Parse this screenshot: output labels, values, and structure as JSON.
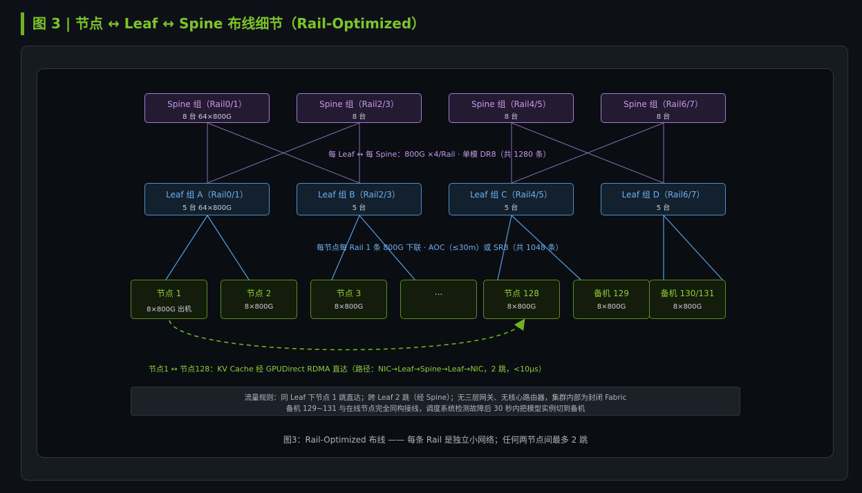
{
  "heading": "图 3 | 节点 ↔ Leaf ↔ Spine 布线细节（Rail-Optimized）",
  "spines": [
    {
      "title": "Spine 组（Rail0/1）",
      "sub": "8 台 64×800G"
    },
    {
      "title": "Spine 组（Rail2/3）",
      "sub": "8 台"
    },
    {
      "title": "Spine 组（Rail4/5）",
      "sub": "8 台"
    },
    {
      "title": "Spine 组（Rail6/7）",
      "sub": "8 台"
    }
  ],
  "leafs": [
    {
      "title": "Leaf 组 A（Rail0/1）",
      "sub": "5 台 64×800G"
    },
    {
      "title": "Leaf 组 B（Rail2/3）",
      "sub": "5 台"
    },
    {
      "title": "Leaf 组 C（Rail4/5）",
      "sub": "5 台"
    },
    {
      "title": "Leaf 组 D（Rail6/7）",
      "sub": "5 台"
    }
  ],
  "nodes": [
    {
      "title": "节点 1",
      "sub": "8×800G 出机"
    },
    {
      "title": "节点 2",
      "sub": "8×800G"
    },
    {
      "title": "节点 3",
      "sub": "8×800G"
    },
    {
      "title": "...",
      "sub": ""
    },
    {
      "title": "节点 128",
      "sub": "8×800G"
    },
    {
      "title": "备机 129",
      "sub": "8×800G"
    },
    {
      "title": "备机 130/131",
      "sub": "8×800G"
    }
  ],
  "labels": {
    "spine_leaf": "每 Leaf ↔ 每 Spine：800G ×4/Rail · 单模 DR8（共 1280 条）",
    "leaf_node": "每节点每 Rail 1 条 800G 下联 · AOC（≤30m）或 SR8（共 1048 条）",
    "kv_path": "节点1 ↔ 节点128：KV Cache 经 GPUDirect RDMA 直达（路径：NIC→Leaf→Spine→Leaf→NIC，2 跳，<10μs）"
  },
  "rules": {
    "line1": "流量规则：同 Leaf 下节点 1 跳直达；跨 Leaf 2 跳（经 Spine）；无三层网关、无核心路由器，集群内部为封闭 Fabric",
    "line2": "备机 129~131 与在线节点完全同构接线，调度系统检测故障后 30 秒内把模型实例切到备机"
  },
  "caption": "图3：Rail-Optimized 布线 —— 每条 Rail 是独立小网络；任何两节点间最多 2 跳",
  "colors": {
    "spine_line": "#8a6cb5",
    "leaf_line": "#5aa0e6",
    "kv_path": "#6fb320"
  }
}
